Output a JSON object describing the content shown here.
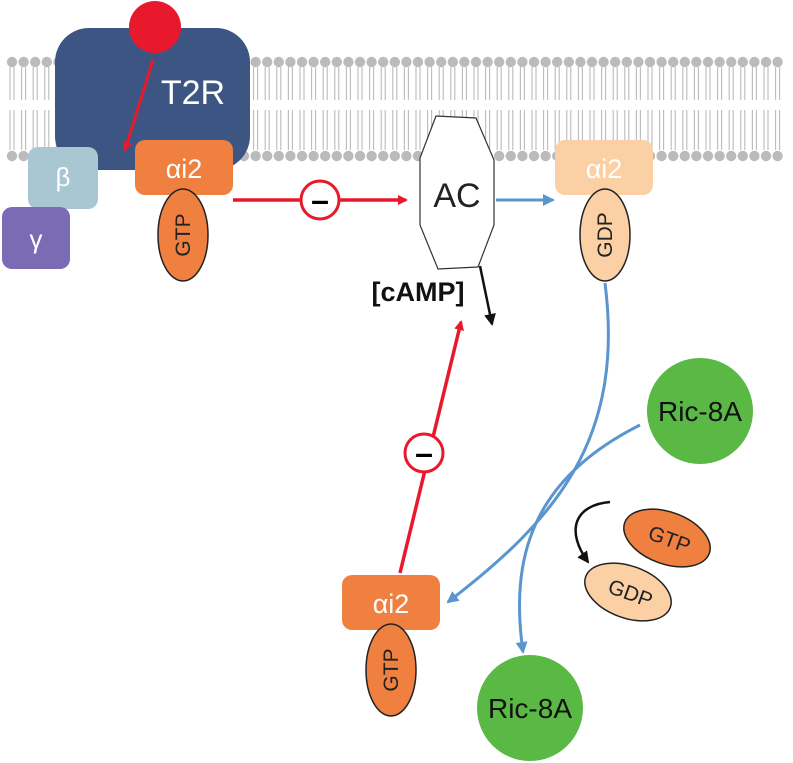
{
  "labels": {
    "receptor": "T2R",
    "beta": "β",
    "gamma": "γ",
    "alpha_top_left": "αi2",
    "alpha_top_right": "αi2",
    "alpha_bottom": "αi2",
    "gtp_top": "GTP",
    "gdp_top": "GDP",
    "gtp_bottom": "GTP",
    "ac": "AC",
    "camp": "[cAMP]",
    "minus_top": "–",
    "minus_bottom": "–",
    "ric_top": "Ric-8A",
    "ric_bottom": "Ric-8A",
    "exchange_gtp": "GTP",
    "exchange_gdp": "GDP"
  },
  "colors": {
    "receptor": "#3d5582",
    "ligand": "#e8192c",
    "beta": "#a9c6d3",
    "gamma": "#7b6bb5",
    "alpha_active": "#f08040",
    "alpha_inactive": "#fbd0a4",
    "inhibit_arrow": "#e8192c",
    "flow_arrow": "#5b95cf",
    "ric": "#5ab945",
    "membrane": "#bbbbbb"
  }
}
